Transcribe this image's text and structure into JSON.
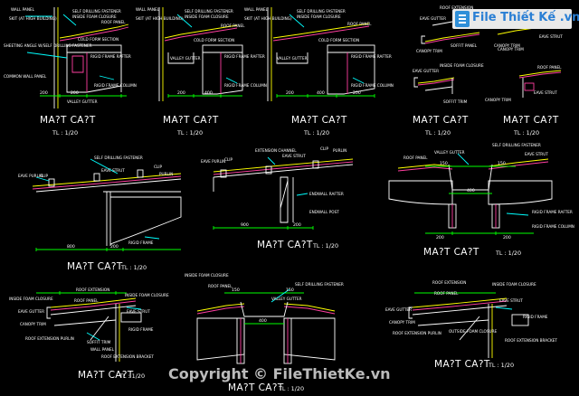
{
  "logo": {
    "text": "File Thiết Kế .vn"
  },
  "copyright": "Copyright © FileThietKe.vn",
  "colors": {
    "steel": "#ffffff",
    "panel": "#ffff00",
    "foam": "#ff3fa0",
    "dim": "#00ff00",
    "leader": "#00ffff",
    "text": "#ffffff"
  },
  "details": [
    {
      "id": "d1",
      "title": "MA?T CA?T",
      "scale": "TL : 1/20",
      "labels": [
        "WALL PANEL",
        "SKIT (AT HIGH BUILDING)",
        "SELF DRILLING FASTENER",
        "INSIDE FOAM CLOSURE",
        "ROOF PANEL",
        "COLD FORM SECTION",
        "SHEETING ANGLE W/SELF DRILLING FASTENER",
        "RIGID FRAME RAFTER",
        "RIGID FRAME COLUMN",
        "COMMON WALL PANEL",
        "VALLEY GUTTER"
      ],
      "dims": [
        "200",
        "200"
      ]
    },
    {
      "id": "d2",
      "title": "MA?T CA?T",
      "scale": "TL : 1/20",
      "labels": [
        "WALL PANEL",
        "SKIT (AT HIGH BUILDING)",
        "SELF DRILLING FASTENER",
        "INSIDE FOAM CLOSURE",
        "ROOF PANEL",
        "COLD FORM SECTION",
        "VALLEY GUTTER",
        "RIGID FRAME RAFTER",
        "RIGID FRAME COLUMN"
      ],
      "dims": [
        "200",
        "400"
      ]
    },
    {
      "id": "d3",
      "title": "MA?T CA?T",
      "scale": "TL : 1/20",
      "labels": [
        "WALL PANEL",
        "SKIT (AT HIGH BUILDING)",
        "SELF DRILLING FASTENER",
        "INSIDE FOAM CLOSURE",
        "ROOF PANEL",
        "COLD FORM SECTION",
        "VALLEY GUTTER",
        "RIGID FRAME RAFTER",
        "RIGID FRAME COLUMN"
      ],
      "dims": [
        "200",
        "400",
        "200"
      ]
    },
    {
      "id": "d4",
      "title": "MA?T CA?T",
      "scale": "TL : 1/20",
      "labels": [
        "ROOF EXTENSION",
        "EAVE GUTTER",
        "CANOPY TRIM",
        "SOFFIT PANEL",
        "CANOPY TRIM",
        "INSIDE FOAM CLOSURE",
        "EAVE GUTTER",
        "SOFFIT TRIM",
        "ROOF PANEL",
        "EAVE STRUT",
        "CANOPY TRIM"
      ],
      "dims": []
    },
    {
      "id": "d5",
      "title": "MA?T CA?T",
      "scale": "TL : 1/20",
      "labels": [
        "ROOF PANEL",
        "EAVE STRUT",
        "CANOPY TRIM"
      ],
      "dims": []
    },
    {
      "id": "d6",
      "title": "MA?T CA?T",
      "scale": "TL : 1/20",
      "labels": [
        "SELF DRILLING FASTENER",
        "EAVE STRUT",
        "CLIP",
        "PURLIN",
        "EAVE PURLIN",
        "CLIP",
        "RIGID FRAME"
      ],
      "dims": [
        "800",
        "200"
      ]
    },
    {
      "id": "d7",
      "title": "MA?T CA?T",
      "scale": "TL : 1/20",
      "labels": [
        "EXTENSION CHANNEL",
        "CLIP",
        "EAVE STRUT",
        "PURLIN",
        "EAVE PURLIN",
        "CLIP",
        "ENDWALL RAFTER",
        "ENDWALL POST"
      ],
      "dims": [
        "900",
        "200"
      ]
    },
    {
      "id": "d8",
      "title": "MA?T CA?T",
      "scale": "TL : 1/20",
      "labels": [
        "SELF DRILLING FASTENER",
        "VALLEY GUTTER",
        "ROOF PANEL",
        "EAVE STRUT",
        "RIGID FRAME RAFTER",
        "RIGID FRAME COLUMN"
      ],
      "dims": [
        "150",
        "400",
        "150",
        "200",
        "200"
      ]
    },
    {
      "id": "d9",
      "title": "MA?T CA?T",
      "scale": "TL : 1/20",
      "labels": [
        "ROOF EXTENSION",
        "INSIDE FOAM CLOSURE",
        "ROOF PANEL",
        "INSIDE FOAM CLOSURE",
        "EAVE STRUT",
        "EAVE GUTTER",
        "CANOPY TRIM",
        "RIGID FRAME",
        "ROOF EXTENSION PURLIN",
        "SOFFIT TRIM",
        "WALL PANEL",
        "ROOF EXTENSION BRACKET"
      ],
      "dims": []
    },
    {
      "id": "d10",
      "title": "MA?T CA?T",
      "scale": "TL : 1/20",
      "labels": [
        "INSIDE FOAM CLOSURE",
        "ROOF PANEL",
        "SELF DRILLING FASTENER",
        "VALLEY GUTTER"
      ],
      "dims": [
        "150",
        "400",
        "150"
      ]
    },
    {
      "id": "d11",
      "title": "MA?T CA?T",
      "scale": "TL : 1/20",
      "labels": [
        "ROOF EXTENSION",
        "ROOF PANEL",
        "INSIDE FOAM CLOSURE",
        "EAVE STRUT",
        "EAVE GUTTER",
        "CANOPY TRIM",
        "RIGID FRAME",
        "ROOF EXTENSION PURLIN",
        "OUTSIDE FOAM CLOSURE",
        "ROOF EXTENSION BRACKET"
      ],
      "dims": []
    }
  ]
}
